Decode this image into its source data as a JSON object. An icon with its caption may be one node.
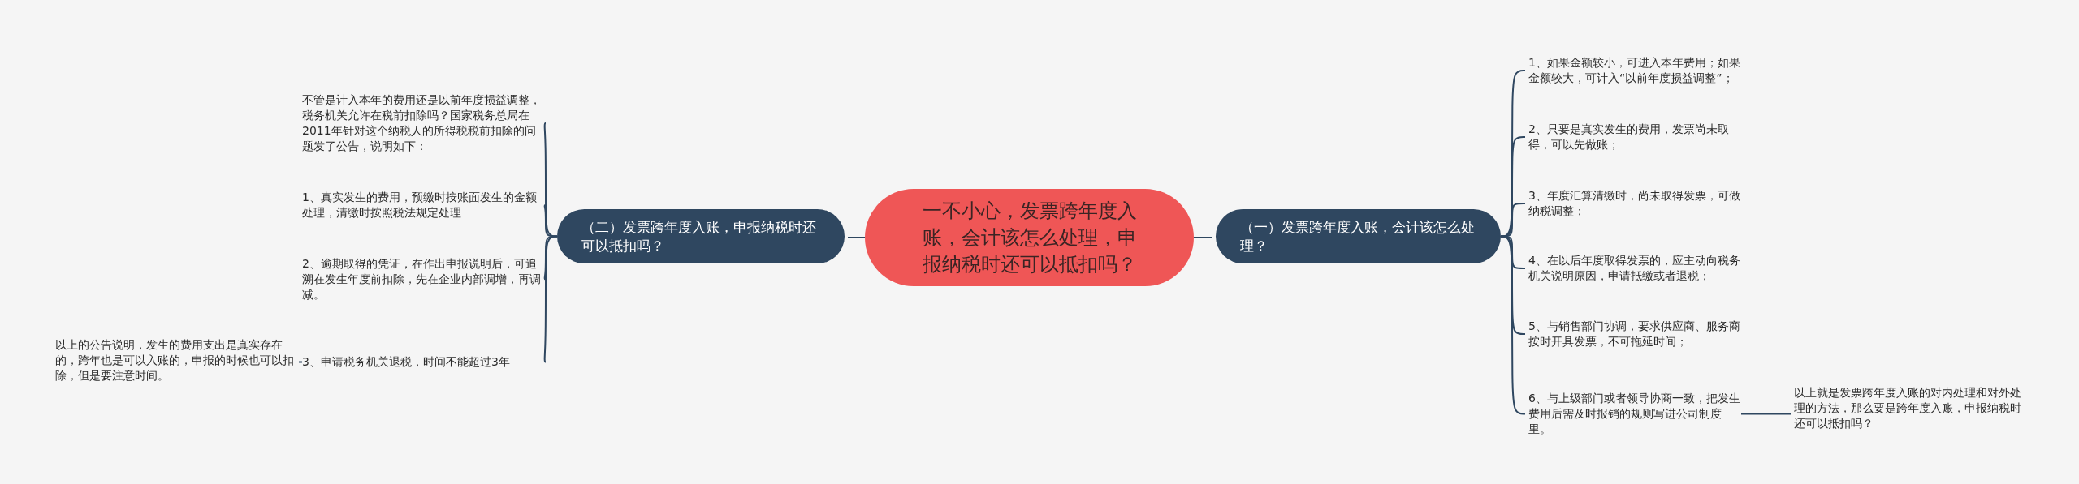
{
  "diagram": {
    "nodes": [
      {
        "text": [
          "一不小心，发票跨年度入账，会计该怎么处理，申报纳税时还可以抵扣吗？"
        ]
      },
      {
        "text": [
          "（一）发票跨年度入账，会计该怎么处理？"
        ]
      },
      {
        "text": [
          "1、如果金额较小，可进入本年费用；如果金额较大，可计入“以前年度损益调整”；"
        ]
      },
      {
        "text": [
          "2、只要是真实发生的费用，发票尚未取得，可以先做账；"
        ]
      },
      {
        "text": [
          "3、年度汇算清缴时，尚未取得发票，可做纳税调整；"
        ]
      },
      {
        "text": [
          "4、在以后年度取得发票的，应主动向税务机关说明原因，申请抵缴或者退税；"
        ]
      },
      {
        "text": [
          "5、与销售部门协调，要求供应商、服务商按时开具发票，不可拖延时间；"
        ]
      },
      {
        "text": [
          "6、与上级部门或者领导协商一致，把发生费用后需及时报销的规则写进公司制度里。"
        ]
      },
      {
        "text": [
          "以上就是发票跨年度入账的对内处理和对外处理的方法，那么要是跨年度入账，申报纳税时还可以抵扣吗？"
        ]
      },
      {
        "text": [
          "（二）发票跨年度入账，申报纳税时还可以抵扣吗？"
        ]
      },
      {
        "text": [
          "不管是计入本年的费用还是以前年度损益调整，税务机关允许在税前扣除吗？国家税务总局在2011年针对这个纳税人的所得税税前扣除的问题发了公告，说明如下："
        ]
      },
      {
        "text": [
          "1、真实发生的费用，预缴时按账面发生的金额处理，清缴时按照税法规定处理"
        ]
      },
      {
        "text": [
          "2、逾期取得的凭证，在作出申报说明后，可追溯在发生年度前扣除，先在企业内部调增，再调减。"
        ]
      },
      {
        "text": [
          "3、申请税务机关退税，时间不能超过3年"
        ]
      },
      {
        "text": [
          "以上的公告说明，发生的费用支出是真实存在的，跨年也是可以入账的，申报的时候也可以扣除，但是要注意时间。"
        ]
      }
    ],
    "edges": [
      {
        "from": 0,
        "to": 1,
        "arrow": "none"
      },
      {
        "from": 1,
        "to": 2,
        "arrow": "none"
      },
      {
        "from": 1,
        "to": 3,
        "arrow": "none"
      },
      {
        "from": 1,
        "to": 4,
        "arrow": "none"
      },
      {
        "from": 1,
        "to": 5,
        "arrow": "none"
      },
      {
        "from": 1,
        "to": 6,
        "arrow": "none"
      },
      {
        "from": 1,
        "to": 7,
        "arrow": "none"
      },
      {
        "from": 7,
        "to": 8,
        "arrow": "none"
      },
      {
        "from": 0,
        "to": 9,
        "arrow": "none"
      },
      {
        "from": 9,
        "to": 10,
        "arrow": "none"
      },
      {
        "from": 9,
        "to": 11,
        "arrow": "none"
      },
      {
        "from": 9,
        "to": 12,
        "arrow": "none"
      },
      {
        "from": 9,
        "to": 13,
        "arrow": "none"
      },
      {
        "from": 13,
        "to": 14,
        "arrow": "none"
      }
    ]
  }
}
